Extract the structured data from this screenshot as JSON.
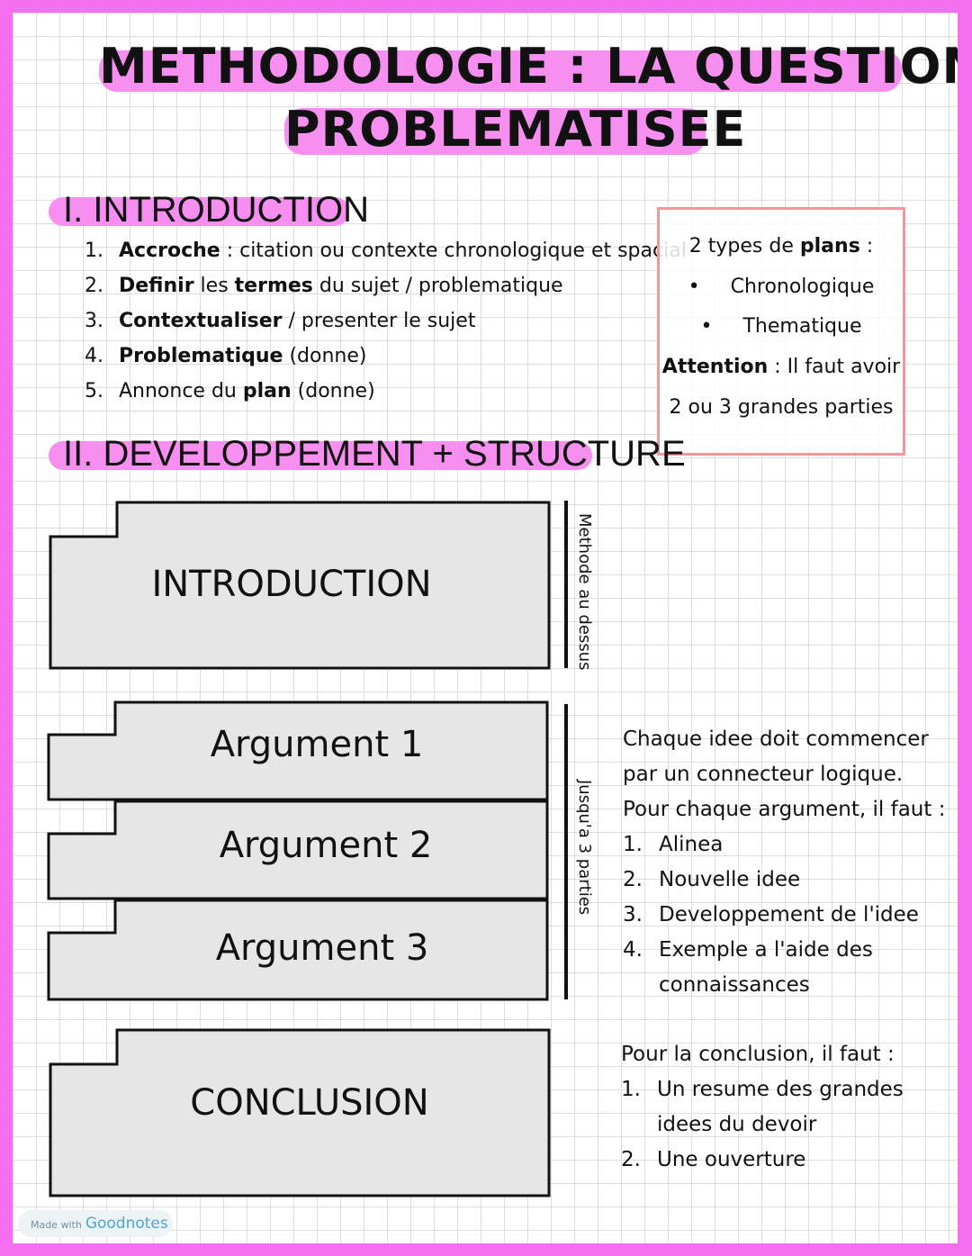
{
  "title": {
    "line1": "METHODOLOGIE : LA QUESTION",
    "line2": "PROBLEMATISEE"
  },
  "section1": {
    "heading": "I. INTRODUCTION",
    "items": [
      {
        "num": "1.",
        "bold": "Accroche",
        "rest": " : citation ou contexte chronologique et spacial"
      },
      {
        "num": "2.",
        "bold": "Definir",
        "mid": " les ",
        "bold2": "termes",
        "rest": " du sujet / problematique"
      },
      {
        "num": "3.",
        "bold": "Contextualiser",
        "rest": " / presenter le sujet"
      },
      {
        "num": "4.",
        "bold": "Problematique",
        "rest": " (donne)"
      },
      {
        "num": "5.",
        "pre": "Annonce du ",
        "bold": "plan",
        "rest": " (donne)"
      }
    ]
  },
  "plans_box": {
    "line1_pre": "2 types de ",
    "line1_bold": "plans",
    "line1_post": " :",
    "bullet": "•",
    "item1": "Chronologique",
    "item2": "Thematique",
    "attention_bold": "Attention",
    "attention_rest": " : Il faut avoir",
    "line5": "2 ou 3 grandes parties"
  },
  "section2": {
    "heading": "II. DEVELOPPEMENT + STRUCTURE"
  },
  "blocks": {
    "introduction": "INTRODUCTION",
    "argument1": "Argument 1",
    "argument2": "Argument 2",
    "argument3": "Argument 3",
    "conclusion": "CONCLUSION"
  },
  "side_labels": {
    "intro": "Methode au dessus",
    "arguments": "Jusqu'a 3 parties"
  },
  "notes_arguments": {
    "line1": "Chaque idee doit commencer",
    "line2": "par un connecteur logique.",
    "line3": "Pour chaque argument, il faut :",
    "items": [
      {
        "num": "1.",
        "text": "Alinea"
      },
      {
        "num": "2.",
        "text": "Nouvelle idee"
      },
      {
        "num": "3.",
        "text": "Developpement de l'idee"
      },
      {
        "num": "4.",
        "text": "Exemple a l'aide des"
      }
    ],
    "item4_cont": "connaissances"
  },
  "notes_conclusion": {
    "line1": "Pour la conclusion, il faut :",
    "items": [
      {
        "num": "1.",
        "text": "Un resume des grandes"
      },
      {
        "num": "2.",
        "text": "Une ouverture"
      }
    ],
    "item1_cont": "idees du devoir"
  },
  "badge": {
    "made_with": "Made with",
    "brand": "Goodnotes"
  }
}
